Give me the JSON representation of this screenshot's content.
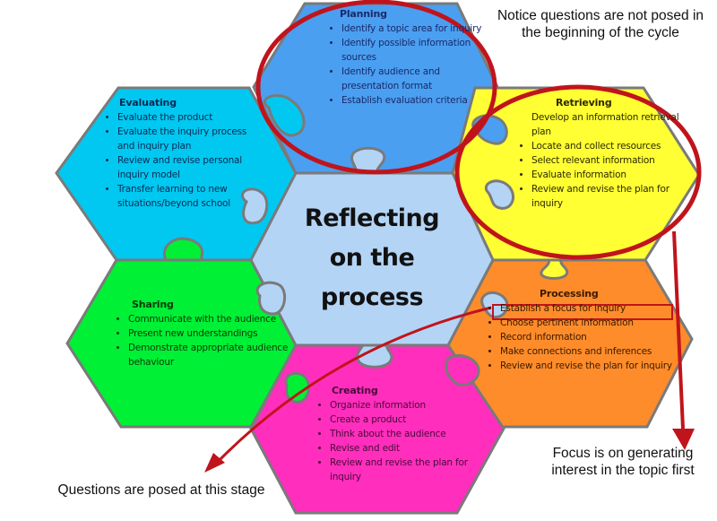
{
  "center": {
    "title": "Reflecting on the process"
  },
  "stages": {
    "planning": {
      "title": "Planning",
      "color": "#4a9ff0",
      "items": [
        "Identify a topic area for inquiry",
        "Identify possible information sources",
        "Identify audience and presentation format",
        "Establish evaluation criteria"
      ]
    },
    "evaluating": {
      "title": "Evaluating",
      "color": "#00c8f0",
      "items": [
        "Evaluate the product",
        "Evaluate the inquiry process and inquiry plan",
        "Review and revise personal inquiry model",
        "Transfer learning to new situations/beyond school"
      ]
    },
    "retrieving": {
      "title": "Retrieving",
      "color": "#ffff33",
      "items": [
        "Develop an information retrieval plan",
        "Locate and collect resources",
        "Select relevant information",
        "Evaluate information",
        "Review and revise the plan for inquiry"
      ]
    },
    "processing": {
      "title": "Processing",
      "color": "#ff8c2a",
      "items": [
        "Establish a focus for inquiry",
        "Choose pertinent information",
        "Record information",
        "Make connections and inferences",
        "Review and revise the plan for inquiry"
      ]
    },
    "sharing": {
      "title": "Sharing",
      "color": "#00f035",
      "items": [
        "Communicate with the audience",
        "Present new understandings",
        "Demonstrate appropriate audience behaviour"
      ]
    },
    "creating": {
      "title": "Creating",
      "color": "#ff2ebd",
      "items": [
        "Organize information",
        "Create a product",
        "Think about the audience",
        "Revise and edit",
        "Review and revise the plan for inquiry"
      ]
    }
  },
  "annotations": {
    "top_note": "Notice questions are not posed in the beginning of the cycle",
    "bottom_left_note": "Questions are posed at this stage",
    "bottom_right_note": "Focus is on generating interest in the topic first",
    "highlight_color": "#c0141c"
  },
  "colors": {
    "center": "#b3d4f5",
    "outline": "#7a7a7a"
  }
}
